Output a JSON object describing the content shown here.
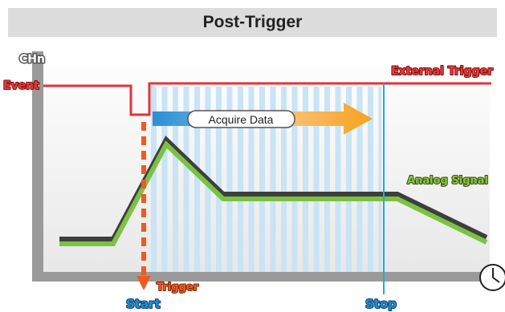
{
  "title": "Post-Trigger",
  "labels": {
    "channel": "CHn",
    "event": "Event",
    "external_trigger": "External Trigger",
    "acquire_data": "Acquire Data",
    "analog_signal": "Analog Signal",
    "trigger": "Trigger",
    "start": "Start",
    "stop": "Stop"
  },
  "colors": {
    "event_line": "#e0343a",
    "trigger_marker": "#f05a22",
    "stop_line": "#2aa6dd",
    "analog_signal_fill": "#7cc242",
    "analog_signal_shadow": "#3e3e3e",
    "acquire_arrow_start": "#2a8ed4",
    "acquire_arrow_end": "#f7a21c",
    "start_stop_text": "#1f8fd6",
    "analog_label_text": "#8cc63f",
    "plot_stripe": "#c8e4f6"
  },
  "icons": {
    "time_axis": "clock-icon"
  }
}
